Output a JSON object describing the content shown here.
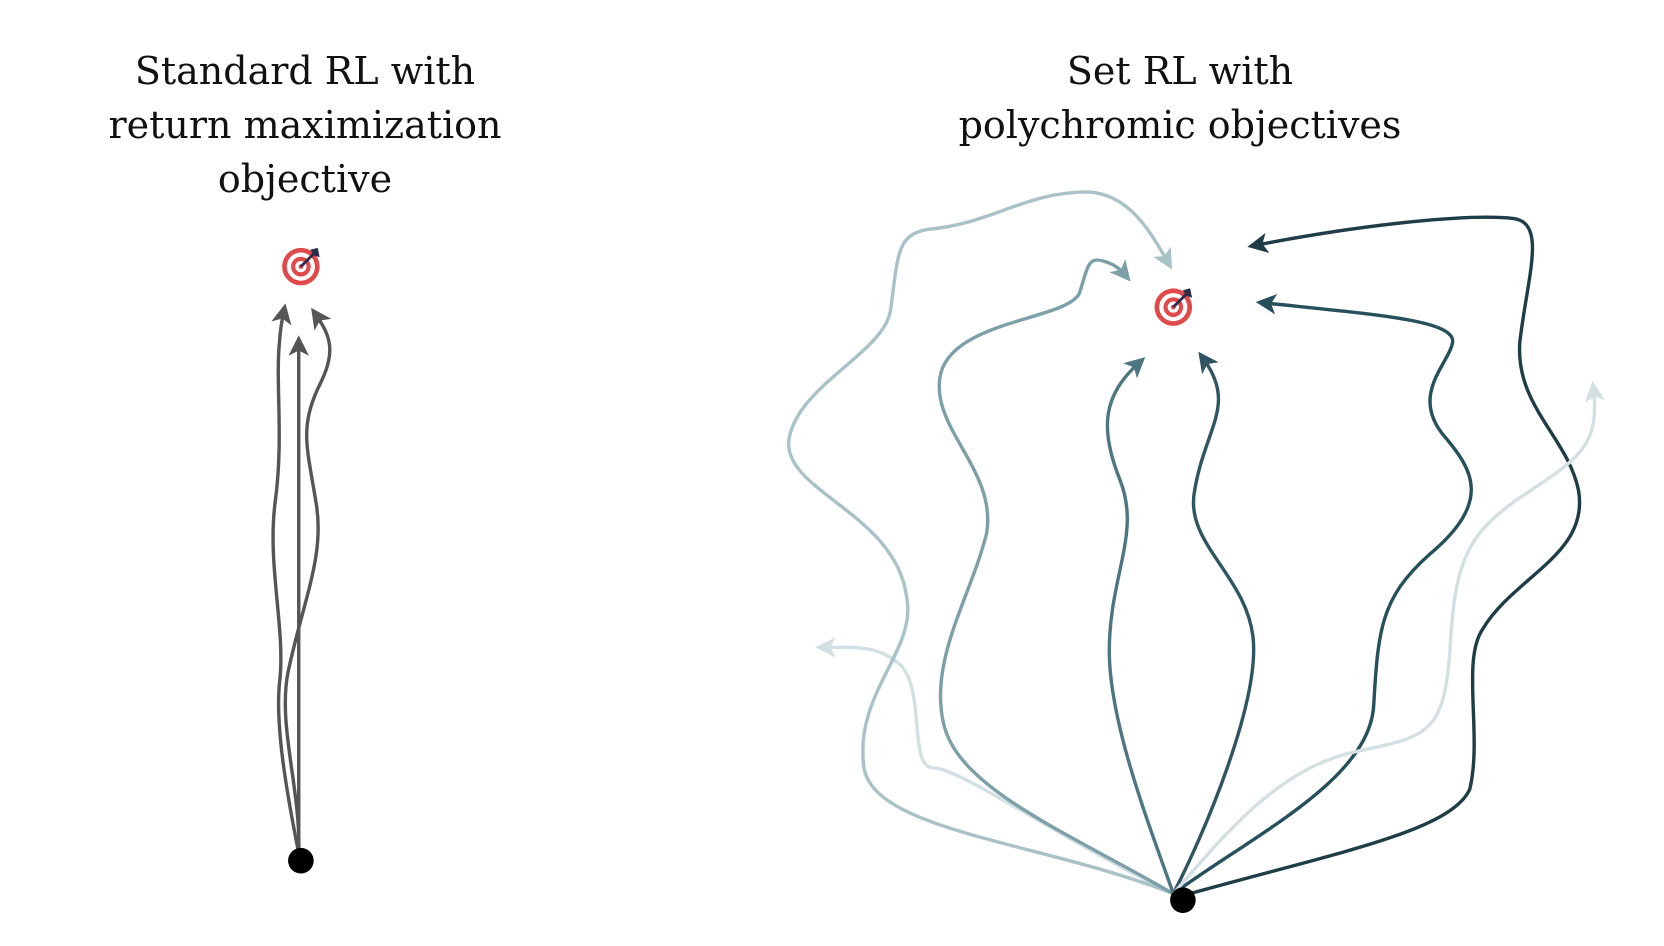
{
  "left_panel": {
    "title_lines": [
      "Standard RL with",
      "return maximization",
      "objective"
    ],
    "path_color": "#555555",
    "trajectory_count": 3
  },
  "right_panel": {
    "title_lines": [
      "Set RL with",
      "polychromic objectives"
    ],
    "path_colors": [
      "#d3e0e3",
      "#a9c2c8",
      "#7c9fa8",
      "#4d7682",
      "#2e5561",
      "#25505c",
      "#1f3d47",
      "#d3e0e3"
    ],
    "trajectory_count": 8
  },
  "icons": {
    "target": "target-icon",
    "start": "start-point-icon"
  }
}
